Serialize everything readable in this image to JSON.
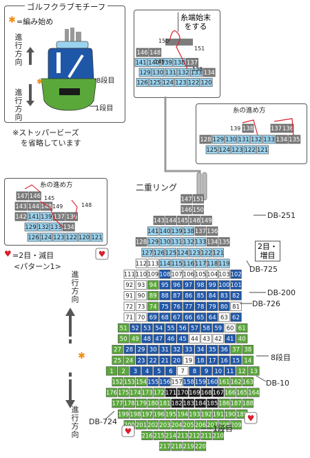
{
  "motif": {
    "title": "ゴルフクラブモチーフ",
    "start_label": "=編み始め",
    "direction_text": "進行方向",
    "row8_label": "8段目",
    "row1_label": "1段目",
    "stopper_note_1": "※ストッパービーズ",
    "stopper_note_2": "を省略しています"
  },
  "legend": {
    "heart_label": "=2目・減目",
    "pattern_label": "<パターン1>"
  },
  "labels": {
    "thread_end_1": "糸端始末",
    "thread_end_2": "をする",
    "thread_path_1": "糸の進め方",
    "thread_path_2": "糸の進め方",
    "double_ring": "二重リング",
    "inc_1": "2目・",
    "inc_2": "増目",
    "row8_main": "8段目",
    "row1_main": "1段目",
    "direction_text": "進行方向",
    "db251": "DB-251",
    "db725": "DB-725",
    "db200": "DB-200",
    "db726": "DB-726",
    "db10": "DB-10",
    "db724": "DB-724"
  },
  "colors": {
    "gray": "#7c7c7c",
    "lightblue": "#9ad3ef",
    "white": "#ffffff",
    "blue": "#1f57a8",
    "green": "#5aa83a",
    "black": "#1a1a1a",
    "heart": "#d8202e",
    "arrow_red": "#d8202e",
    "star": "#f08c14"
  },
  "main_rows": [
    {
      "beads": [
        [
          "147",
          "g"
        ],
        [
          "151",
          "g"
        ]
      ]
    },
    {
      "beads": [
        [
          "146",
          "g"
        ],
        [
          "150",
          "g"
        ]
      ]
    },
    {
      "beads": [
        [
          "143",
          "g"
        ],
        [
          "144",
          "g"
        ],
        [
          "145",
          "g"
        ],
        [
          "148",
          "g"
        ],
        [
          "149",
          "g"
        ]
      ]
    },
    {
      "beads": [
        [
          "141",
          "lb"
        ],
        [
          "140",
          "lb"
        ],
        [
          "139",
          "lb"
        ],
        [
          "138",
          "lb"
        ],
        [
          "137",
          "g"
        ],
        [
          "136",
          "g"
        ]
      ]
    },
    {
      "beads": [
        [
          "128",
          "g"
        ],
        [
          "129",
          "lb"
        ],
        [
          "130",
          "lb"
        ],
        [
          "131",
          "lb"
        ],
        [
          "132",
          "lb"
        ],
        [
          "133",
          "lb"
        ],
        [
          "134",
          "g"
        ],
        [
          "135",
          "g"
        ]
      ]
    },
    {
      "beads": [
        [
          "127",
          "lb"
        ],
        [
          "126",
          "lb"
        ],
        [
          "125",
          "lb"
        ],
        [
          "124",
          "lb"
        ],
        [
          "123",
          "lb"
        ],
        [
          "122",
          "lb"
        ],
        [
          "121",
          "lb"
        ]
      ]
    },
    {
      "beads": [
        [
          "112",
          "w"
        ],
        [
          "113",
          "w"
        ],
        [
          "114",
          "lb"
        ],
        [
          "115",
          "lb"
        ],
        [
          "116",
          "lb"
        ],
        [
          "117",
          "lb"
        ],
        [
          "118",
          "lb"
        ],
        [
          "119",
          "lb"
        ]
      ]
    },
    {
      "beads": [
        [
          "111",
          "w"
        ],
        [
          "110",
          "w"
        ],
        [
          "109",
          "w"
        ],
        [
          "108",
          "b"
        ],
        [
          "107",
          "w"
        ],
        [
          "106",
          "w"
        ],
        [
          "105",
          "w"
        ],
        [
          "104",
          "w"
        ],
        [
          "103",
          "w"
        ],
        [
          "102",
          "b"
        ]
      ]
    },
    {
      "beads": [
        [
          "92",
          "w"
        ],
        [
          "93",
          "w"
        ],
        [
          "94",
          "gr"
        ],
        [
          "95",
          "b"
        ],
        [
          "96",
          "b"
        ],
        [
          "97",
          "b"
        ],
        [
          "98",
          "b"
        ],
        [
          "99",
          "b"
        ],
        [
          "100",
          "b"
        ],
        [
          "101",
          "b"
        ]
      ]
    },
    {
      "beads": [
        [
          "91",
          "w"
        ],
        [
          "90",
          "w"
        ],
        [
          "89",
          "gr"
        ],
        [
          "88",
          "b"
        ],
        [
          "87",
          "b"
        ],
        [
          "86",
          "b"
        ],
        [
          "85",
          "b"
        ],
        [
          "84",
          "b"
        ],
        [
          "83",
          "b"
        ],
        [
          "82",
          "b"
        ]
      ]
    },
    {
      "beads": [
        [
          "72",
          "w"
        ],
        [
          "73",
          "w"
        ],
        [
          "74",
          "gr"
        ],
        [
          "75",
          "b"
        ],
        [
          "76",
          "b"
        ],
        [
          "77",
          "b"
        ],
        [
          "78",
          "b"
        ],
        [
          "79",
          "b"
        ],
        [
          "80",
          "b"
        ],
        [
          "81",
          "w"
        ]
      ]
    },
    {
      "beads": [
        [
          "71",
          "w"
        ],
        [
          "70",
          "w"
        ],
        [
          "69",
          "b"
        ],
        [
          "68",
          "b"
        ],
        [
          "67",
          "b"
        ],
        [
          "66",
          "b"
        ],
        [
          "65",
          "b"
        ],
        [
          "64",
          "b"
        ],
        [
          "63",
          "w"
        ],
        [
          "62",
          "b"
        ]
      ]
    },
    {
      "beads": [
        [
          "51",
          "gr"
        ],
        [
          "52",
          "b"
        ],
        [
          "53",
          "b"
        ],
        [
          "54",
          "b"
        ],
        [
          "55",
          "b"
        ],
        [
          "56",
          "b"
        ],
        [
          "57",
          "b"
        ],
        [
          "58",
          "b"
        ],
        [
          "59",
          "b"
        ],
        [
          "60",
          "w"
        ],
        [
          "61",
          "gr"
        ]
      ]
    },
    {
      "beads": [
        [
          "50",
          "gr"
        ],
        [
          "49",
          "gr"
        ],
        [
          "48",
          "b"
        ],
        [
          "47",
          "b"
        ],
        [
          "46",
          "b"
        ],
        [
          "45",
          "b"
        ],
        [
          "44",
          "w"
        ],
        [
          "43",
          "w"
        ],
        [
          "42",
          "w"
        ],
        [
          "41",
          "b"
        ],
        [
          "40",
          "gr"
        ]
      ]
    },
    {
      "beads": [
        [
          "27",
          "gr"
        ],
        [
          "28",
          "b"
        ],
        [
          "29",
          "b"
        ],
        [
          "30",
          "b"
        ],
        [
          "31",
          "b"
        ],
        [
          "32",
          "b"
        ],
        [
          "33",
          "b"
        ],
        [
          "34",
          "b"
        ],
        [
          "35",
          "b"
        ],
        [
          "36",
          "b"
        ],
        [
          "37",
          "gr"
        ],
        [
          "38",
          "gr"
        ]
      ]
    },
    {
      "beads": [
        [
          "25",
          "gr"
        ],
        [
          "24",
          "gr"
        ],
        [
          "23",
          "b"
        ],
        [
          "22",
          "b"
        ],
        [
          "21",
          "b"
        ],
        [
          "20",
          "b"
        ],
        [
          "19",
          "w"
        ],
        [
          "18",
          "b"
        ],
        [
          "17",
          "b"
        ],
        [
          "16",
          "b"
        ],
        [
          "15",
          "b"
        ],
        [
          "14",
          "gr"
        ]
      ]
    },
    {
      "beads": [
        [
          "1",
          "gr"
        ],
        [
          "2",
          "gr"
        ],
        [
          "3",
          "b"
        ],
        [
          "4",
          "b"
        ],
        [
          "5",
          "b"
        ],
        [
          "6",
          "b"
        ],
        [
          "7",
          "w"
        ],
        [
          "8",
          "b"
        ],
        [
          "9",
          "b"
        ],
        [
          "10",
          "b"
        ],
        [
          "11",
          "b"
        ],
        [
          "12",
          "gr"
        ],
        [
          "13",
          "gr"
        ]
      ]
    },
    {
      "beads": [
        [
          "152",
          "gr"
        ],
        [
          "153",
          "gr"
        ],
        [
          "154",
          "gr"
        ],
        [
          "155",
          "b"
        ],
        [
          "156",
          "b"
        ],
        [
          "157",
          "w"
        ],
        [
          "158",
          "b"
        ],
        [
          "159",
          "b"
        ],
        [
          "160",
          "b"
        ],
        [
          "161",
          "gr"
        ],
        [
          "162",
          "gr"
        ],
        [
          "163",
          "gr"
        ]
      ]
    },
    {
      "beads": [
        [
          "176",
          "gr"
        ],
        [
          "175",
          "gr"
        ],
        [
          "174",
          "gr"
        ],
        [
          "173",
          "gr"
        ],
        [
          "172",
          "gr"
        ],
        [
          "171",
          "k"
        ],
        [
          "170",
          "k"
        ],
        [
          "169",
          "k"
        ],
        [
          "168",
          "k"
        ],
        [
          "167",
          "k"
        ],
        [
          "166",
          "gr"
        ],
        [
          "165",
          "gr"
        ],
        [
          "164",
          "gr"
        ]
      ]
    },
    {
      "beads": [
        [
          "177",
          "gr"
        ],
        [
          "178",
          "gr"
        ],
        [
          "179",
          "gr"
        ],
        [
          "180",
          "gr"
        ],
        [
          "181",
          "gr"
        ],
        [
          "182",
          "k"
        ],
        [
          "183",
          "k"
        ],
        [
          "184",
          "k"
        ],
        [
          "185",
          "k"
        ],
        [
          "186",
          "gr"
        ],
        [
          "187",
          "gr"
        ],
        [
          "188",
          "gr"
        ]
      ]
    },
    {
      "beads": [
        [
          "199",
          "gr"
        ],
        [
          "198",
          "gr"
        ],
        [
          "197",
          "gr"
        ],
        [
          "196",
          "gr"
        ],
        [
          "195",
          "gr"
        ],
        [
          "194",
          "gr"
        ],
        [
          "193",
          "gr"
        ],
        [
          "192",
          "gr"
        ],
        [
          "191",
          "gr"
        ],
        [
          "190",
          "gr"
        ],
        [
          "189",
          "gr"
        ]
      ]
    },
    {
      "beads": [
        [
          "200",
          "gr"
        ],
        [
          "201",
          "gr"
        ],
        [
          "202",
          "gr"
        ],
        [
          "203",
          "gr"
        ],
        [
          "204",
          "gr"
        ],
        [
          "205",
          "gr"
        ],
        [
          "206",
          "gr"
        ],
        [
          "207",
          "gr"
        ],
        [
          "208",
          "gr"
        ],
        [
          "209",
          "gr"
        ]
      ]
    },
    {
      "beads": [
        [
          "216",
          "gr"
        ],
        [
          "215",
          "gr"
        ],
        [
          "214",
          "gr"
        ],
        [
          "213",
          "gr"
        ],
        [
          "212",
          "gr"
        ],
        [
          "211",
          "gr"
        ],
        [
          "210",
          "gr"
        ]
      ]
    },
    {
      "beads": [
        [
          "217",
          "gr"
        ],
        [
          "218",
          "gr"
        ],
        [
          "219",
          "gr"
        ],
        [
          "220",
          "gr"
        ]
      ]
    }
  ],
  "detail_top": {
    "labels": [
      "150",
      "151",
      "149",
      "138"
    ],
    "rows": [
      {
        "beads": [
          [
            "146",
            "g"
          ],
          [
            "148",
            "g"
          ]
        ]
      },
      {
        "beads": [
          [
            "141",
            "lb"
          ],
          [
            "140",
            "lb"
          ],
          [
            "139",
            "lb"
          ],
          [
            "138",
            "lb"
          ],
          [
            "137",
            "g"
          ]
        ]
      },
      {
        "beads": [
          [
            "129",
            "lb"
          ],
          [
            "130",
            "lb"
          ],
          [
            "131",
            "lb"
          ],
          [
            "132",
            "lb"
          ],
          [
            "133",
            "lb"
          ],
          [
            "134",
            "g"
          ]
        ]
      },
      {
        "beads": [
          [
            "126",
            "lb"
          ],
          [
            "125",
            "lb"
          ],
          [
            "124",
            "lb"
          ],
          [
            "123",
            "lb"
          ],
          [
            "122",
            "lb"
          ],
          [
            "120",
            "lb"
          ]
        ]
      }
    ]
  },
  "detail_right": {
    "labels": [
      "139",
      "138",
      "137",
      "136"
    ],
    "rows": [
      {
        "beads": [
          [
            "128",
            "g"
          ],
          [
            "129",
            "lb"
          ],
          [
            "130",
            "lb"
          ],
          [
            "131",
            "lb"
          ],
          [
            "132",
            "lb"
          ],
          [
            "133",
            "lb"
          ],
          [
            "134",
            "g"
          ],
          [
            "135",
            "g"
          ]
        ]
      },
      {
        "beads": [
          [
            "125",
            "lb"
          ],
          [
            "124",
            "lb"
          ],
          [
            "123",
            "lb"
          ],
          [
            "122",
            "lb"
          ],
          [
            "121",
            "lb"
          ]
        ]
      }
    ]
  },
  "detail_left": {
    "labels": [
      "147",
      "146",
      "145",
      "149",
      "148",
      "143",
      "144",
      "142",
      "141",
      "136",
      "137",
      "129",
      "126",
      "132",
      "133",
      "134",
      "124",
      "123",
      "122",
      "120",
      "121"
    ],
    "rows": [
      {
        "beads": [
          [
            "147",
            "g"
          ],
          [
            "146",
            "g"
          ]
        ]
      },
      {
        "beads": [
          [
            "143",
            "g"
          ],
          [
            "144",
            "g"
          ],
          [
            "148",
            "g"
          ]
        ]
      },
      {
        "beads": [
          [
            "142",
            "g"
          ],
          [
            "141",
            "lb"
          ],
          [
            "139",
            "lb"
          ],
          [
            "137",
            "g"
          ],
          [
            "136",
            "g"
          ]
        ]
      },
      {
        "beads": [
          [
            "129",
            "lb"
          ],
          [
            "132",
            "lb"
          ],
          [
            "133",
            "lb"
          ],
          [
            "134",
            "g"
          ]
        ]
      },
      {
        "beads": [
          [
            "126",
            "lb"
          ],
          [
            "124",
            "lb"
          ],
          [
            "123",
            "lb"
          ],
          [
            "122",
            "lb"
          ],
          [
            "120",
            "lb"
          ],
          [
            "121",
            "lb"
          ]
        ]
      }
    ]
  }
}
